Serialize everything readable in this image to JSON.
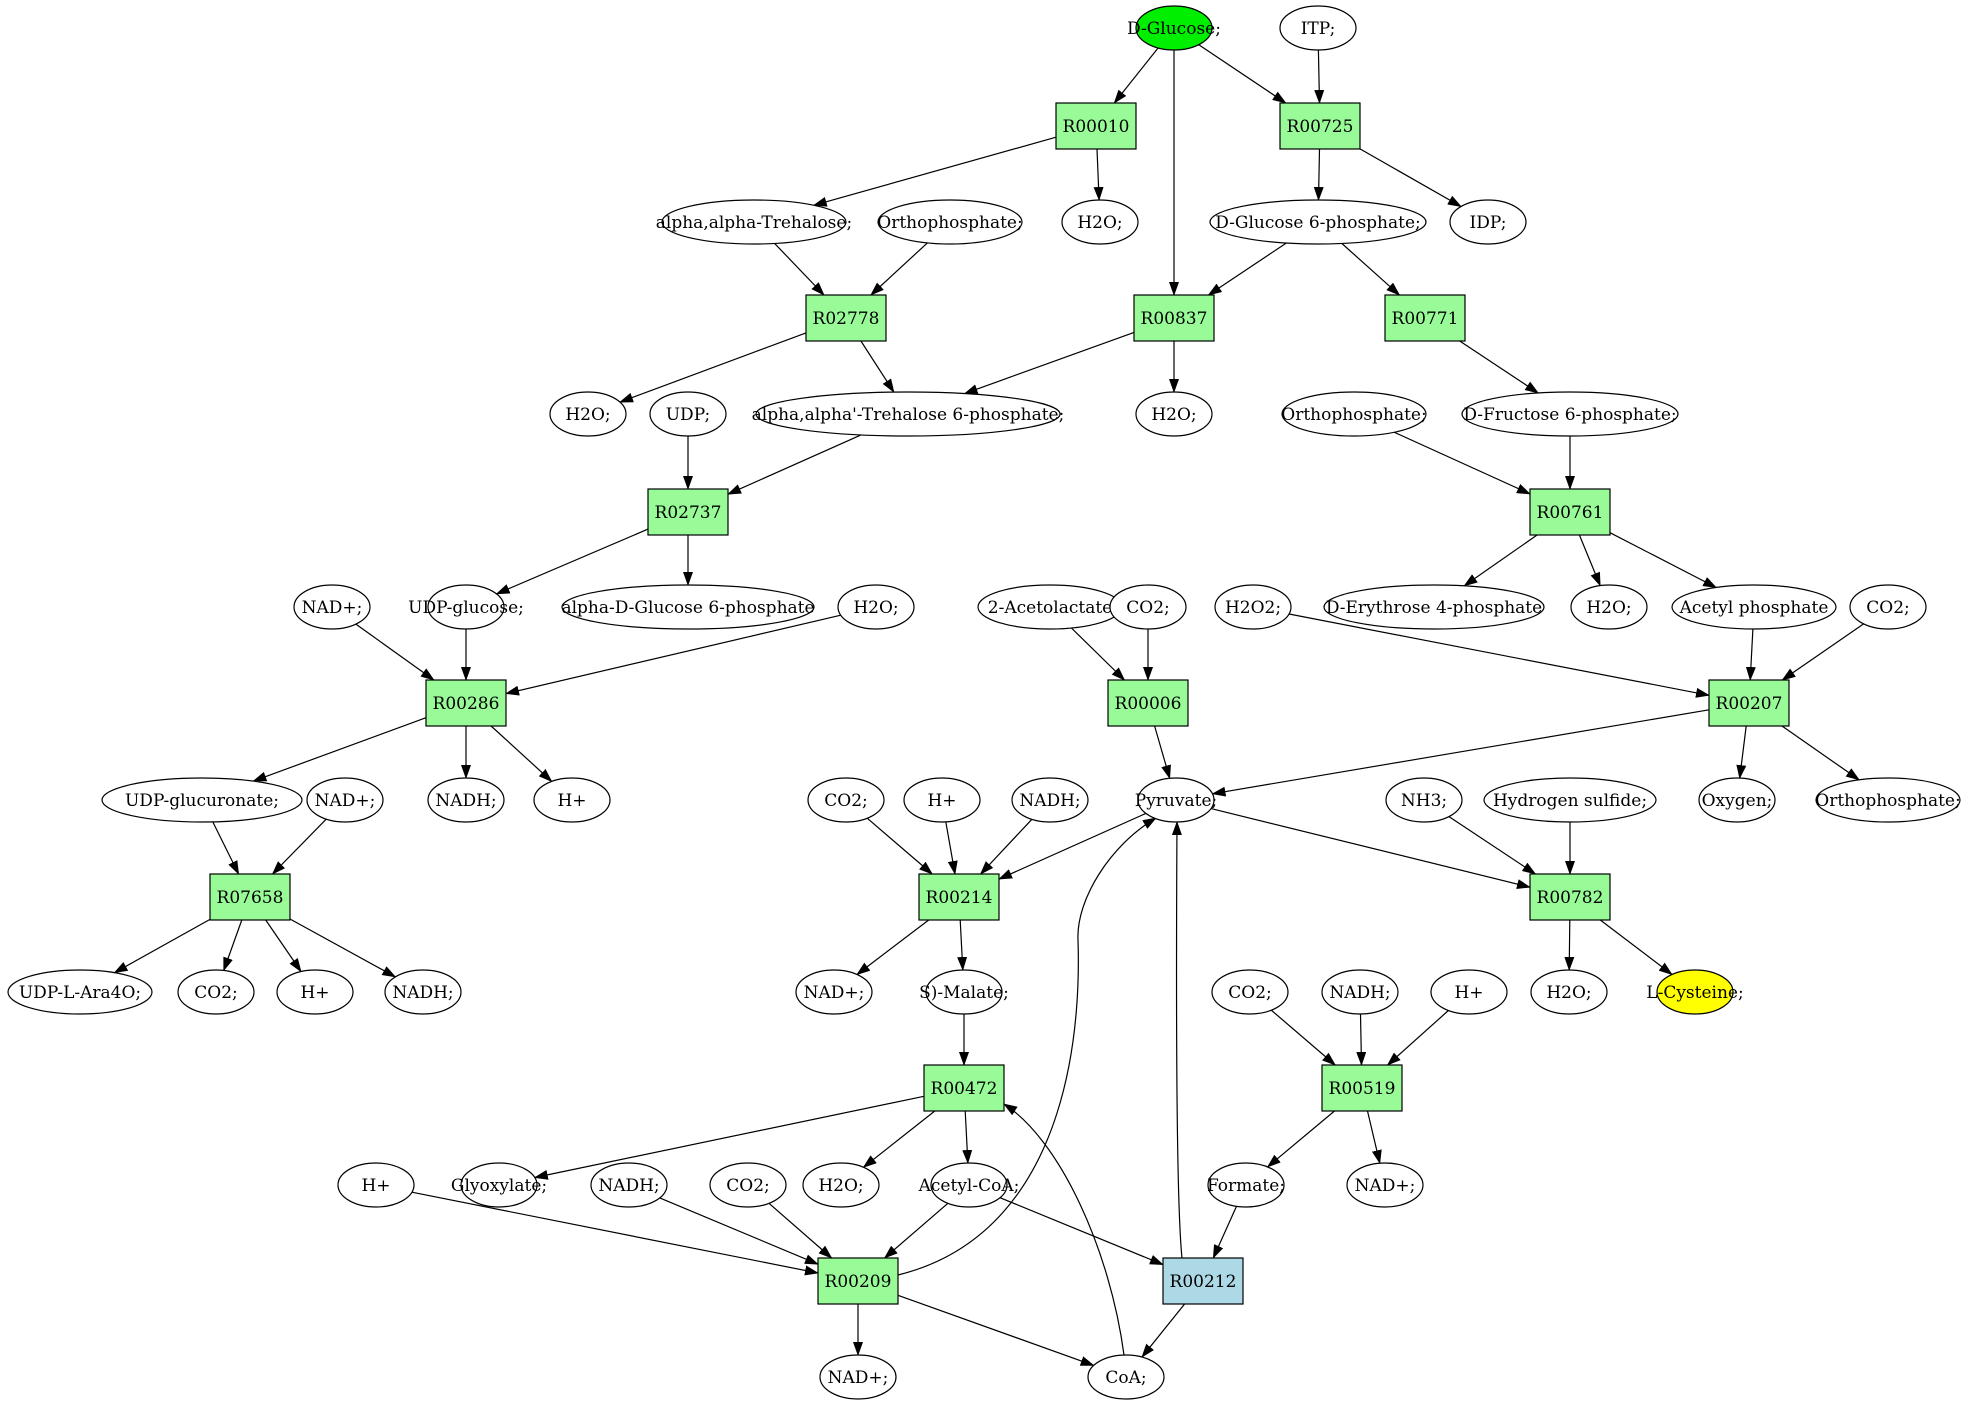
{
  "colors": {
    "reaction": "#98fb98",
    "reaction_alt": "#add8e6",
    "source_compound": "#00ee00",
    "target_compound": "#ffff00",
    "compound": "#ffffff",
    "stroke": "#000000"
  },
  "nodes": [
    {
      "id": "c_dglucose",
      "label": "D-Glucose;",
      "kind": "compound",
      "highlight": "source"
    },
    {
      "id": "c_itp",
      "label": "ITP;",
      "kind": "compound"
    },
    {
      "id": "r_00010",
      "label": "R00010",
      "kind": "reaction"
    },
    {
      "id": "r_00725",
      "label": "R00725",
      "kind": "reaction"
    },
    {
      "id": "c_trehalose",
      "label": "alpha,alpha-Trehalose;",
      "kind": "compound"
    },
    {
      "id": "c_orthophosphate_1",
      "label": "Orthophosphate;",
      "kind": "compound"
    },
    {
      "id": "c_h2o_1",
      "label": "H2O;",
      "kind": "compound"
    },
    {
      "id": "c_g6p",
      "label": "D-Glucose 6-phosphate;",
      "kind": "compound"
    },
    {
      "id": "c_idp",
      "label": "IDP;",
      "kind": "compound"
    },
    {
      "id": "r_02778",
      "label": "R02778",
      "kind": "reaction"
    },
    {
      "id": "r_00837",
      "label": "R00837",
      "kind": "reaction"
    },
    {
      "id": "r_00771",
      "label": "R00771",
      "kind": "reaction"
    },
    {
      "id": "c_h2o_2",
      "label": "H2O;",
      "kind": "compound"
    },
    {
      "id": "c_udp",
      "label": "UDP;",
      "kind": "compound"
    },
    {
      "id": "c_tre6p",
      "label": "alpha,alpha'-Trehalose 6-phosphate;",
      "kind": "compound"
    },
    {
      "id": "c_h2o_3",
      "label": "H2O;",
      "kind": "compound"
    },
    {
      "id": "c_orthophosphate_2",
      "label": "Orthophosphate;",
      "kind": "compound"
    },
    {
      "id": "c_f6p",
      "label": "D-Fructose 6-phosphate;",
      "kind": "compound"
    },
    {
      "id": "r_02737",
      "label": "R02737",
      "kind": "reaction"
    },
    {
      "id": "r_00761",
      "label": "R00761",
      "kind": "reaction"
    },
    {
      "id": "c_nadp_1",
      "label": "NAD+;",
      "kind": "compound"
    },
    {
      "id": "c_udpglucose",
      "label": "UDP-glucose;",
      "kind": "compound"
    },
    {
      "id": "c_adg6p",
      "label": "alpha-D-Glucose 6-phosphate",
      "kind": "compound"
    },
    {
      "id": "c_h2o_4",
      "label": "H2O;",
      "kind": "compound"
    },
    {
      "id": "c_acetolactate",
      "label": "2-Acetolactate",
      "kind": "compound"
    },
    {
      "id": "c_co2_1",
      "label": "CO2;",
      "kind": "compound"
    },
    {
      "id": "c_h2o2",
      "label": "H2O2;",
      "kind": "compound"
    },
    {
      "id": "c_e4p",
      "label": "D-Erythrose 4-phosphate",
      "kind": "compound"
    },
    {
      "id": "c_h2o_5",
      "label": "H2O;",
      "kind": "compound"
    },
    {
      "id": "c_acetylphosphate",
      "label": "Acetyl phosphate",
      "kind": "compound"
    },
    {
      "id": "c_co2_2",
      "label": "CO2;",
      "kind": "compound"
    },
    {
      "id": "r_00286",
      "label": "R00286",
      "kind": "reaction"
    },
    {
      "id": "r_00006",
      "label": "R00006",
      "kind": "reaction"
    },
    {
      "id": "r_00207",
      "label": "R00207",
      "kind": "reaction"
    },
    {
      "id": "c_udpglucuronate",
      "label": "UDP-glucuronate;",
      "kind": "compound"
    },
    {
      "id": "c_nadp_2",
      "label": "NAD+;",
      "kind": "compound"
    },
    {
      "id": "c_nadh_1",
      "label": "NADH;",
      "kind": "compound"
    },
    {
      "id": "c_hplus_1",
      "label": "H+",
      "kind": "compound"
    },
    {
      "id": "c_co2_3",
      "label": "CO2;",
      "kind": "compound"
    },
    {
      "id": "c_hplus_2",
      "label": "H+",
      "kind": "compound"
    },
    {
      "id": "c_nadh_2",
      "label": "NADH;",
      "kind": "compound"
    },
    {
      "id": "c_pyruvate",
      "label": "Pyruvate;",
      "kind": "compound"
    },
    {
      "id": "c_nh3",
      "label": "NH3;",
      "kind": "compound"
    },
    {
      "id": "c_h2s",
      "label": "Hydrogen sulfide;",
      "kind": "compound"
    },
    {
      "id": "c_oxygen",
      "label": "Oxygen;",
      "kind": "compound"
    },
    {
      "id": "c_orthophosphate_3",
      "label": "Orthophosphate;",
      "kind": "compound"
    },
    {
      "id": "r_07658",
      "label": "R07658",
      "kind": "reaction"
    },
    {
      "id": "r_00214",
      "label": "R00214",
      "kind": "reaction"
    },
    {
      "id": "r_00782",
      "label": "R00782",
      "kind": "reaction"
    },
    {
      "id": "c_udpara",
      "label": "UDP-L-Ara4O;",
      "kind": "compound"
    },
    {
      "id": "c_co2_4",
      "label": "CO2;",
      "kind": "compound"
    },
    {
      "id": "c_hplus_3",
      "label": "H+",
      "kind": "compound"
    },
    {
      "id": "c_nadh_3",
      "label": "NADH;",
      "kind": "compound"
    },
    {
      "id": "c_nadp_3",
      "label": "NAD+;",
      "kind": "compound"
    },
    {
      "id": "c_smalate",
      "label": "S)-Malate;",
      "kind": "compound"
    },
    {
      "id": "c_co2_5",
      "label": "CO2;",
      "kind": "compound"
    },
    {
      "id": "c_nadh_4",
      "label": "NADH;",
      "kind": "compound"
    },
    {
      "id": "c_hplus_4",
      "label": "H+",
      "kind": "compound"
    },
    {
      "id": "c_h2o_6",
      "label": "H2O;",
      "kind": "compound"
    },
    {
      "id": "c_lcysteine",
      "label": "L-Cysteine;",
      "kind": "compound",
      "highlight": "target"
    },
    {
      "id": "r_00472",
      "label": "R00472",
      "kind": "reaction"
    },
    {
      "id": "r_00519",
      "label": "R00519",
      "kind": "reaction"
    },
    {
      "id": "c_hplus_5",
      "label": "H+",
      "kind": "compound"
    },
    {
      "id": "c_glyoxylate",
      "label": "Glyoxylate;",
      "kind": "compound"
    },
    {
      "id": "c_nadh_5",
      "label": "NADH;",
      "kind": "compound"
    },
    {
      "id": "c_co2_6",
      "label": "CO2;",
      "kind": "compound"
    },
    {
      "id": "c_h2o_7",
      "label": "H2O;",
      "kind": "compound"
    },
    {
      "id": "c_acetylcoa",
      "label": "Acetyl-CoA;",
      "kind": "compound"
    },
    {
      "id": "c_formate",
      "label": "Formate;",
      "kind": "compound"
    },
    {
      "id": "c_nadp_4",
      "label": "NAD+;",
      "kind": "compound"
    },
    {
      "id": "r_00209",
      "label": "R00209",
      "kind": "reaction"
    },
    {
      "id": "r_00212",
      "label": "R00212",
      "kind": "reaction",
      "highlight": "alt"
    },
    {
      "id": "c_nadp_5",
      "label": "NAD+;",
      "kind": "compound"
    },
    {
      "id": "c_coa",
      "label": "CoA;",
      "kind": "compound"
    }
  ],
  "edges": [
    [
      "c_dglucose",
      "r_00010"
    ],
    [
      "c_dglucose",
      "r_00725"
    ],
    [
      "c_dglucose",
      "r_00837"
    ],
    [
      "c_itp",
      "r_00725"
    ],
    [
      "r_00010",
      "c_trehalose"
    ],
    [
      "r_00010",
      "c_h2o_1"
    ],
    [
      "r_00725",
      "c_g6p"
    ],
    [
      "r_00725",
      "c_idp"
    ],
    [
      "c_trehalose",
      "r_02778"
    ],
    [
      "c_orthophosphate_1",
      "r_02778"
    ],
    [
      "c_g6p",
      "r_00837"
    ],
    [
      "c_g6p",
      "r_00771"
    ],
    [
      "r_02778",
      "c_h2o_2"
    ],
    [
      "r_02778",
      "c_tre6p"
    ],
    [
      "r_00837",
      "c_tre6p"
    ],
    [
      "r_00837",
      "c_h2o_3"
    ],
    [
      "r_00771",
      "c_f6p"
    ],
    [
      "c_udp",
      "r_02737"
    ],
    [
      "c_tre6p",
      "r_02737"
    ],
    [
      "c_orthophosphate_2",
      "r_00761"
    ],
    [
      "c_f6p",
      "r_00761"
    ],
    [
      "r_02737",
      "c_udpglucose"
    ],
    [
      "r_02737",
      "c_adg6p"
    ],
    [
      "r_00761",
      "c_e4p"
    ],
    [
      "r_00761",
      "c_h2o_5"
    ],
    [
      "r_00761",
      "c_acetylphosphate"
    ],
    [
      "c_nadp_1",
      "r_00286"
    ],
    [
      "c_udpglucose",
      "r_00286"
    ],
    [
      "c_h2o_4",
      "r_00286"
    ],
    [
      "c_acetolactate",
      "r_00006"
    ],
    [
      "c_co2_1",
      "r_00006"
    ],
    [
      "c_h2o2",
      "r_00207"
    ],
    [
      "c_acetylphosphate",
      "r_00207"
    ],
    [
      "c_co2_2",
      "r_00207"
    ],
    [
      "r_00286",
      "c_udpglucuronate"
    ],
    [
      "r_00286",
      "c_nadh_1"
    ],
    [
      "r_00286",
      "c_hplus_1"
    ],
    [
      "r_00006",
      "c_pyruvate"
    ],
    [
      "r_00207",
      "c_pyruvate"
    ],
    [
      "r_00207",
      "c_oxygen"
    ],
    [
      "r_00207",
      "c_orthophosphate_3"
    ],
    [
      "c_udpglucuronate",
      "r_07658"
    ],
    [
      "c_nadp_2",
      "r_07658"
    ],
    [
      "c_co2_3",
      "r_00214"
    ],
    [
      "c_hplus_2",
      "r_00214"
    ],
    [
      "c_nadh_2",
      "r_00214"
    ],
    [
      "c_pyruvate",
      "r_00214"
    ],
    [
      "c_pyruvate",
      "r_00782"
    ],
    [
      "c_nh3",
      "r_00782"
    ],
    [
      "c_h2s",
      "r_00782"
    ],
    [
      "r_07658",
      "c_udpara"
    ],
    [
      "r_07658",
      "c_co2_4"
    ],
    [
      "r_07658",
      "c_hplus_3"
    ],
    [
      "r_07658",
      "c_nadh_3"
    ],
    [
      "r_00214",
      "c_nadp_3"
    ],
    [
      "r_00214",
      "c_smalate"
    ],
    [
      "r_00782",
      "c_h2o_6"
    ],
    [
      "r_00782",
      "c_lcysteine"
    ],
    [
      "c_smalate",
      "r_00472"
    ],
    [
      "c_co2_5",
      "r_00519"
    ],
    [
      "c_nadh_4",
      "r_00519"
    ],
    [
      "c_hplus_4",
      "r_00519"
    ],
    [
      "r_00472",
      "c_glyoxylate"
    ],
    [
      "r_00472",
      "c_h2o_7"
    ],
    [
      "r_00472",
      "c_acetylcoa"
    ],
    [
      "r_00519",
      "c_formate"
    ],
    [
      "r_00519",
      "c_nadp_4"
    ],
    [
      "c_hplus_5",
      "r_00209"
    ],
    [
      "c_nadh_5",
      "r_00209"
    ],
    [
      "c_co2_6",
      "r_00209"
    ],
    [
      "c_acetylcoa",
      "r_00209"
    ],
    [
      "c_acetylcoa",
      "r_00212"
    ],
    [
      "c_formate",
      "r_00212"
    ],
    [
      "r_00209",
      "c_nadp_5"
    ],
    [
      "r_00209",
      "c_coa"
    ],
    [
      "r_00209",
      "c_pyruvate"
    ],
    [
      "r_00212",
      "c_coa"
    ],
    [
      "r_00212",
      "c_pyruvate"
    ],
    [
      "c_coa",
      "r_00472"
    ]
  ]
}
